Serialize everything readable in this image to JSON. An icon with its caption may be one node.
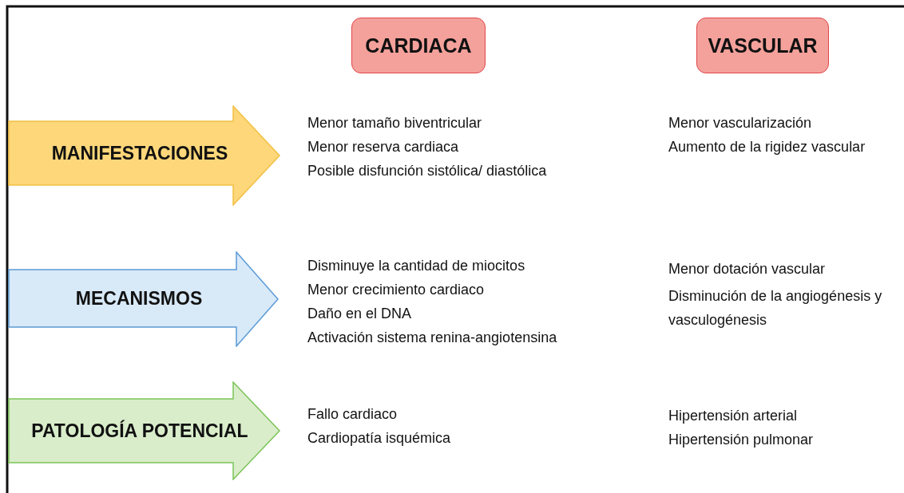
{
  "diagram": {
    "nodes": [
      {
        "text": [
          "CARDIACA"
        ]
      },
      {
        "text": [
          "VASCULAR"
        ]
      },
      {
        "text": [
          "MANIFESTACIONES"
        ]
      },
      {
        "text": [
          "MECANISMOS"
        ]
      },
      {
        "text": [
          "PATOLOGÍA POTENCIAL"
        ]
      }
    ],
    "labels": [
      "Menor tamaño biventricular",
      "Menor reserva cardiaca",
      "Posible disfunción sistólica/ diastólica",
      "Menor vascularización",
      "Aumento de la rigidez vascular",
      "Disminuye la cantidad de miocitos",
      "Menor crecimiento cardiaco",
      "Daño en el DNA",
      "Activación sistema renina-angiotensina",
      "Menor dotación vascular",
      "Disminución de la angiogénesis y vasculogénesis",
      "Fallo cardiaco",
      "Cardiopatía isquémica",
      "Hipertensión arterial",
      "Hipertensión pulmonar"
    ]
  }
}
